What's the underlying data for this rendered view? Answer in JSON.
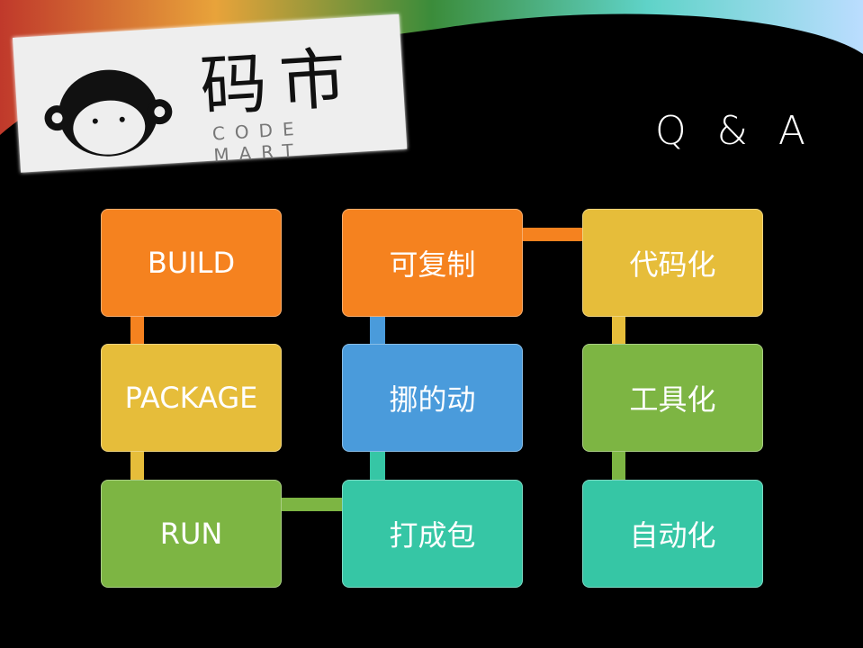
{
  "logo": {
    "cn": "码市",
    "en": "CODE MART"
  },
  "title": "Q & A",
  "boxes": {
    "build": "BUILD",
    "package": "PACKAGE",
    "run": "RUN",
    "copy": "可复制",
    "move": "挪的动",
    "pack": "打成包",
    "code": "代码化",
    "tool": "工具化",
    "auto": "自动化"
  },
  "colors": {
    "orange": "#F5821F",
    "yellow": "#E6BD3A",
    "green": "#7DB543",
    "blue": "#4A9BDB",
    "teal": "#36C6A5"
  }
}
